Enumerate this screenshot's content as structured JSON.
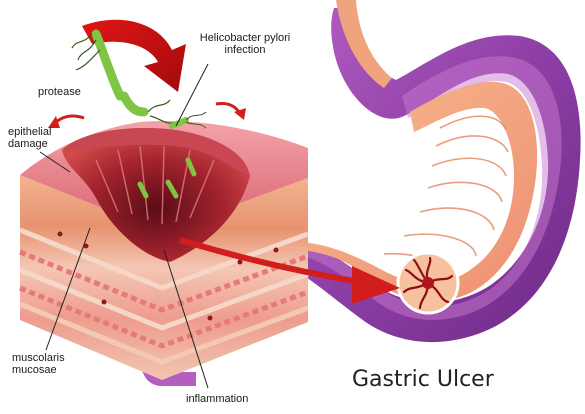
{
  "title": "Gastric Ulcer",
  "labels": {
    "helicobacter_line1": "Helicobacter pylori",
    "helicobacter_line2": "infection",
    "protease": "protease",
    "epithelial_line1": "epithelial",
    "epithelial_line2": "damage",
    "muscolaris_line1": "muscolaris",
    "muscolaris_line2": "mucosae",
    "inflammation": "inflammation"
  },
  "colors": {
    "stomach_outer": "#8e3fa6",
    "stomach_inner": "#f2a07a",
    "mucosa": "#f0b29a",
    "tissue_red": "#c8344a",
    "arrow_red": "#d21d1d",
    "bacteria_green": "#7fc443"
  }
}
